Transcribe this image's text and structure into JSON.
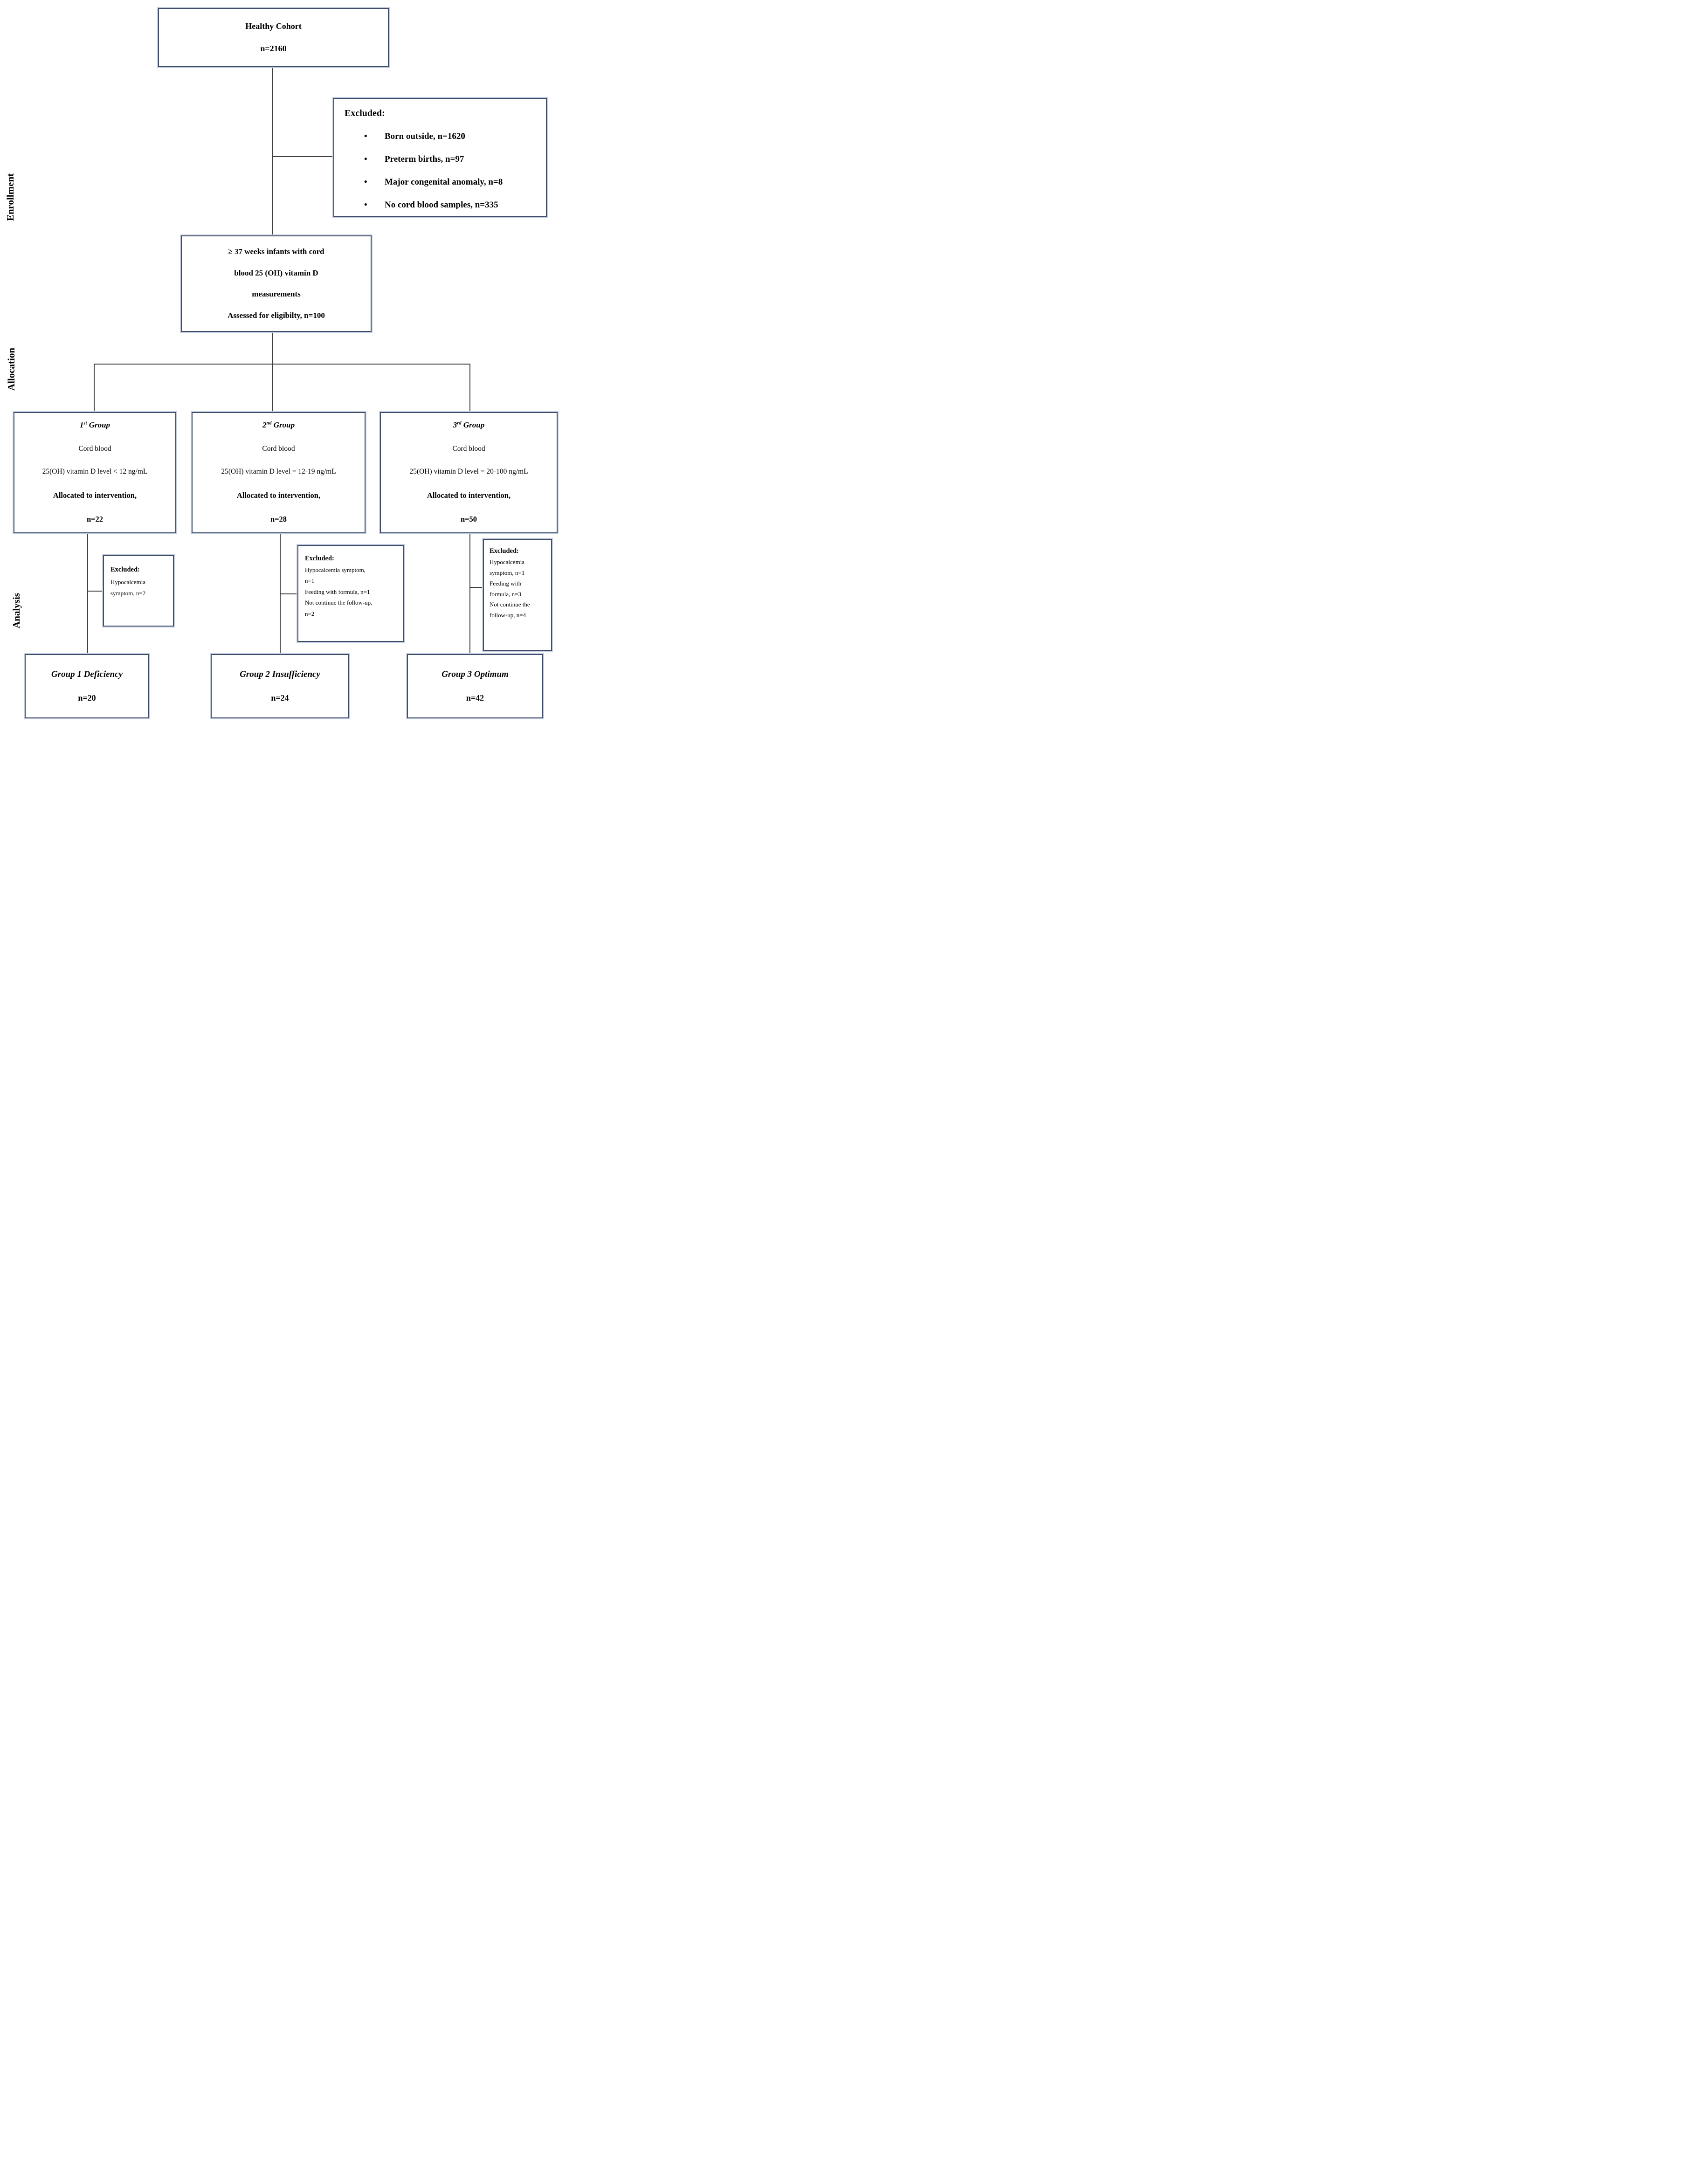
{
  "stage_labels": {
    "enrollment": "Enrollment",
    "allocation": "Allocation",
    "analysis": "Analysis"
  },
  "top_box": {
    "line1": "Healthy Cohort",
    "line2": "n=2160"
  },
  "excluded_top": {
    "title": "Excluded:",
    "items": [
      "Born outside, n=1620",
      "Preterm births, n=97",
      "Major congenital anomaly, n=8",
      "No cord blood samples, n=335"
    ]
  },
  "eligibility_box": {
    "line1": "≥ 37 weeks infants with cord",
    "line2": "blood 25 (OH) vitamin D",
    "line3": "measurements",
    "line4": "Assessed for eligibilty, n=100"
  },
  "groups": [
    {
      "ordinal": "1",
      "suffix": "st",
      "word": " Group",
      "line2": "Cord blood",
      "line3": "25(OH) vitamin D level < 12 ng/mL",
      "line4": "Allocated to intervention,",
      "line5": "n=22"
    },
    {
      "ordinal": "2",
      "suffix": "nd",
      "word": " Group",
      "line2": "Cord blood",
      "line3": "25(OH) vitamin D level = 12-19 ng/mL",
      "line4": "Allocated to intervention,",
      "line5": "n=28"
    },
    {
      "ordinal": "3",
      "suffix": "rd",
      "word": " Group",
      "line2": "Cord blood",
      "line3": "25(OH) vitamin D level = 20-100 ng/mL",
      "line4": "Allocated to intervention,",
      "line5": "n=50"
    }
  ],
  "excluded_groups": [
    {
      "title": "Excluded:",
      "lines": [
        "Hypocalcemia",
        "symptom, n=2"
      ]
    },
    {
      "title": "Excluded:",
      "lines": [
        "Hypocalcemia symptom,",
        "n=1",
        "Feeding with formula, n=1",
        "Not continue the follow-up,",
        "n=2"
      ]
    },
    {
      "title": "Excluded:",
      "lines": [
        "Hypocalcemia",
        "symptom, n=1",
        "Feeding with",
        "formula, n=3",
        "Not continue the",
        "follow-up, n=4"
      ]
    }
  ],
  "final_boxes": [
    {
      "title": "Group 1 Deficiency",
      "n": "n=20"
    },
    {
      "title": "Group 2 Insufficiency",
      "n": "n=24"
    },
    {
      "title": "Group 3 Optimum",
      "n": "n=42"
    }
  ],
  "colors": {
    "box_border": "#3e4e6a",
    "box_border_outer": "#c6cedd",
    "connector": "#404040",
    "text": "#000000",
    "background": "#ffffff"
  }
}
